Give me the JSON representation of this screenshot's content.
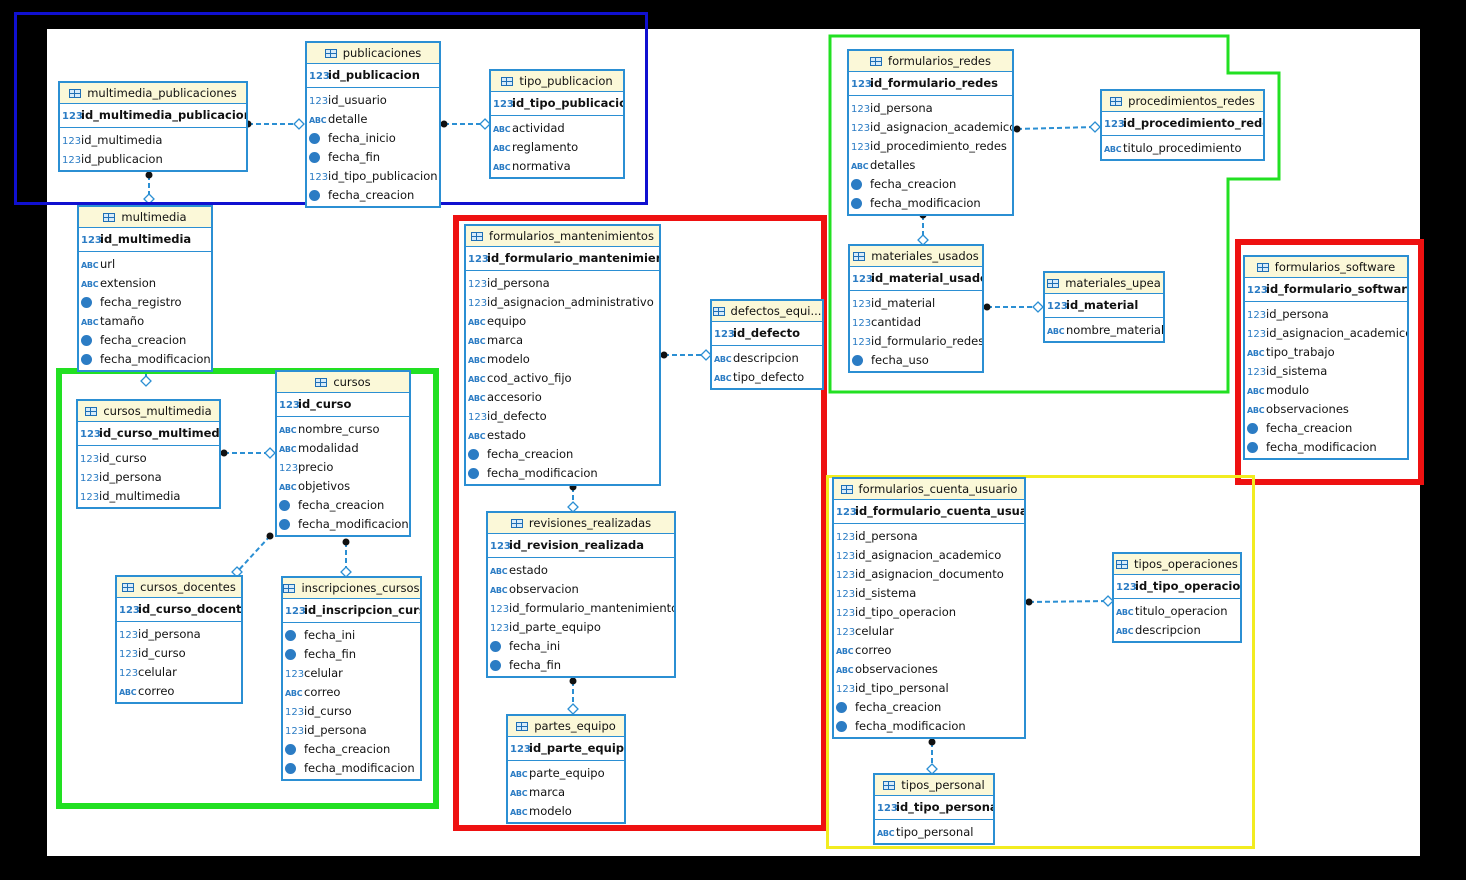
{
  "colors": {
    "table_border": "#2b8fd3",
    "header_bg": "#fbf8d8",
    "blue_frame": "#1010d0",
    "green_frame": "#22e022",
    "red_frame": "#ee1111",
    "yellow_frame": "#f2ec20",
    "relation": "#2b8fd3"
  },
  "tables": {
    "multimedia_publicaciones": {
      "name": "multimedia_publicaciones",
      "pk": {
        "icon": "num",
        "label": "id_multimedia_publicaciones"
      },
      "cols": [
        {
          "icon": "num",
          "label": "id_multimedia"
        },
        {
          "icon": "num",
          "label": "id_publicacion"
        }
      ]
    },
    "publicaciones": {
      "name": "publicaciones",
      "pk": {
        "icon": "num",
        "label": "id_publicacion"
      },
      "cols": [
        {
          "icon": "num",
          "label": "id_usuario"
        },
        {
          "icon": "abc",
          "label": "detalle"
        },
        {
          "icon": "date",
          "label": "fecha_inicio"
        },
        {
          "icon": "date",
          "label": "fecha_fin"
        },
        {
          "icon": "num",
          "label": "id_tipo_publicacion"
        },
        {
          "icon": "date",
          "label": "fecha_creacion"
        }
      ]
    },
    "tipo_publicacion": {
      "name": "tipo_publicacion",
      "pk": {
        "icon": "num",
        "label": "id_tipo_publicacion"
      },
      "cols": [
        {
          "icon": "abc",
          "label": "actividad"
        },
        {
          "icon": "abc",
          "label": "reglamento"
        },
        {
          "icon": "abc",
          "label": "normativa"
        }
      ]
    },
    "multimedia": {
      "name": "multimedia",
      "pk": {
        "icon": "num",
        "label": "id_multimedia"
      },
      "cols": [
        {
          "icon": "abc",
          "label": "url"
        },
        {
          "icon": "abc",
          "label": "extension"
        },
        {
          "icon": "date",
          "label": "fecha_registro"
        },
        {
          "icon": "abc",
          "label": "tamaño"
        },
        {
          "icon": "date",
          "label": "fecha_creacion"
        },
        {
          "icon": "date",
          "label": "fecha_modificacion"
        }
      ]
    },
    "cursos_multimedia": {
      "name": "cursos_multimedia",
      "pk": {
        "icon": "num",
        "label": "id_curso_multimedia"
      },
      "cols": [
        {
          "icon": "num",
          "label": "id_curso"
        },
        {
          "icon": "num",
          "label": "id_persona"
        },
        {
          "icon": "num",
          "label": "id_multimedia"
        }
      ]
    },
    "cursos": {
      "name": "cursos",
      "pk": {
        "icon": "num",
        "label": "id_curso"
      },
      "cols": [
        {
          "icon": "abc",
          "label": "nombre_curso"
        },
        {
          "icon": "abc",
          "label": "modalidad"
        },
        {
          "icon": "num",
          "label": "precio"
        },
        {
          "icon": "abc",
          "label": "objetivos"
        },
        {
          "icon": "date",
          "label": "fecha_creacion"
        },
        {
          "icon": "date",
          "label": "fecha_modificacion"
        }
      ]
    },
    "cursos_docentes": {
      "name": "cursos_docentes",
      "pk": {
        "icon": "num",
        "label": "id_curso_docente"
      },
      "cols": [
        {
          "icon": "num",
          "label": "id_persona"
        },
        {
          "icon": "num",
          "label": "id_curso"
        },
        {
          "icon": "num",
          "label": "celular"
        },
        {
          "icon": "abc",
          "label": "correo"
        }
      ]
    },
    "inscripciones_cursos": {
      "name": "inscripciones_cursos",
      "pk": {
        "icon": "num",
        "label": "id_inscripcion_curso"
      },
      "cols": [
        {
          "icon": "date",
          "label": "fecha_ini"
        },
        {
          "icon": "date",
          "label": "fecha_fin"
        },
        {
          "icon": "num",
          "label": "celular"
        },
        {
          "icon": "abc",
          "label": "correo"
        },
        {
          "icon": "num",
          "label": "id_curso"
        },
        {
          "icon": "num",
          "label": "id_persona"
        },
        {
          "icon": "date",
          "label": "fecha_creacion"
        },
        {
          "icon": "date",
          "label": "fecha_modificacion"
        }
      ]
    },
    "formularios_mantenimientos": {
      "name": "formularios_mantenimientos",
      "pk": {
        "icon": "num",
        "label": "id_formulario_mantenimiento"
      },
      "cols": [
        {
          "icon": "num",
          "label": "id_persona"
        },
        {
          "icon": "num",
          "label": "id_asignacion_administrativo"
        },
        {
          "icon": "abc",
          "label": "equipo"
        },
        {
          "icon": "abc",
          "label": "marca"
        },
        {
          "icon": "abc",
          "label": "modelo"
        },
        {
          "icon": "abc",
          "label": "cod_activo_fijo"
        },
        {
          "icon": "abc",
          "label": "accesorio"
        },
        {
          "icon": "num",
          "label": "id_defecto"
        },
        {
          "icon": "abc",
          "label": "estado"
        },
        {
          "icon": "date",
          "label": "fecha_creacion"
        },
        {
          "icon": "date",
          "label": "fecha_modificacion"
        }
      ]
    },
    "defectos_equipo": {
      "name": "defectos_equi...",
      "pk": {
        "icon": "num",
        "label": "id_defecto"
      },
      "cols": [
        {
          "icon": "abc",
          "label": "descripcion"
        },
        {
          "icon": "abc",
          "label": "tipo_defecto"
        }
      ]
    },
    "revisiones_realizadas": {
      "name": "revisiones_realizadas",
      "pk": {
        "icon": "num",
        "label": "id_revision_realizada"
      },
      "cols": [
        {
          "icon": "abc",
          "label": "estado"
        },
        {
          "icon": "abc",
          "label": "observacion"
        },
        {
          "icon": "num",
          "label": "id_formulario_mantenimiento"
        },
        {
          "icon": "num",
          "label": "id_parte_equipo"
        },
        {
          "icon": "date",
          "label": "fecha_ini"
        },
        {
          "icon": "date",
          "label": "fecha_fin"
        }
      ]
    },
    "partes_equipo": {
      "name": "partes_equipo",
      "pk": {
        "icon": "num",
        "label": "id_parte_equipo"
      },
      "cols": [
        {
          "icon": "abc",
          "label": "parte_equipo"
        },
        {
          "icon": "abc",
          "label": "marca"
        },
        {
          "icon": "abc",
          "label": "modelo"
        }
      ]
    },
    "formularios_redes": {
      "name": "formularios_redes",
      "pk": {
        "icon": "num",
        "label": "id_formulario_redes"
      },
      "cols": [
        {
          "icon": "num",
          "label": "id_persona"
        },
        {
          "icon": "num",
          "label": "id_asignacion_academico"
        },
        {
          "icon": "num",
          "label": "id_procedimiento_redes"
        },
        {
          "icon": "abc",
          "label": "detalles"
        },
        {
          "icon": "date",
          "label": "fecha_creacion"
        },
        {
          "icon": "date",
          "label": "fecha_modificacion"
        }
      ]
    },
    "procedimientos_redes": {
      "name": "procedimientos_redes",
      "pk": {
        "icon": "num",
        "label": "id_procedimiento_redes"
      },
      "cols": [
        {
          "icon": "abc",
          "label": "titulo_procedimiento"
        }
      ]
    },
    "materiales_usados": {
      "name": "materiales_usados",
      "pk": {
        "icon": "num",
        "label": "id_material_usado"
      },
      "cols": [
        {
          "icon": "num",
          "label": "id_material"
        },
        {
          "icon": "num",
          "label": "cantidad"
        },
        {
          "icon": "num",
          "label": "id_formulario_redes"
        },
        {
          "icon": "date",
          "label": "fecha_uso"
        }
      ]
    },
    "materiales_upea": {
      "name": "materiales_upea",
      "pk": {
        "icon": "num",
        "label": "id_material"
      },
      "cols": [
        {
          "icon": "abc",
          "label": "nombre_material"
        }
      ]
    },
    "formularios_software": {
      "name": "formularios_software",
      "pk": {
        "icon": "num",
        "label": "id_formulario_software"
      },
      "cols": [
        {
          "icon": "num",
          "label": "id_persona"
        },
        {
          "icon": "num",
          "label": "id_asignacion_academico"
        },
        {
          "icon": "abc",
          "label": "tipo_trabajo"
        },
        {
          "icon": "num",
          "label": "id_sistema"
        },
        {
          "icon": "abc",
          "label": "modulo"
        },
        {
          "icon": "abc",
          "label": "observaciones"
        },
        {
          "icon": "date",
          "label": "fecha_creacion"
        },
        {
          "icon": "date",
          "label": "fecha_modificacion"
        }
      ]
    },
    "formularios_cuenta_usuario": {
      "name": "formularios_cuenta_usuario",
      "pk": {
        "icon": "num",
        "label": "id_formulario_cuenta_usuario"
      },
      "cols": [
        {
          "icon": "num",
          "label": "id_persona"
        },
        {
          "icon": "num",
          "label": "id_asignacion_academico"
        },
        {
          "icon": "num",
          "label": "id_asignacion_documento"
        },
        {
          "icon": "num",
          "label": "id_sistema"
        },
        {
          "icon": "num",
          "label": "id_tipo_operacion"
        },
        {
          "icon": "num",
          "label": "celular"
        },
        {
          "icon": "abc",
          "label": "correo"
        },
        {
          "icon": "abc",
          "label": "observaciones"
        },
        {
          "icon": "num",
          "label": "id_tipo_personal"
        },
        {
          "icon": "date",
          "label": "fecha_creacion"
        },
        {
          "icon": "date",
          "label": "fecha_modificacion"
        }
      ]
    },
    "tipos_operaciones": {
      "name": "tipos_operaciones",
      "pk": {
        "icon": "num",
        "label": "id_tipo_operacion"
      },
      "cols": [
        {
          "icon": "abc",
          "label": "titulo_operacion"
        },
        {
          "icon": "abc",
          "label": "descripcion"
        }
      ]
    },
    "tipos_personal": {
      "name": "tipos_personal",
      "pk": {
        "icon": "num",
        "label": "id_tipo_personal"
      },
      "cols": [
        {
          "icon": "abc",
          "label": "tipo_personal"
        }
      ]
    }
  },
  "relationships": [
    [
      "multimedia_publicaciones",
      "publicaciones"
    ],
    [
      "publicaciones",
      "tipo_publicacion"
    ],
    [
      "multimedia_publicaciones",
      "multimedia"
    ],
    [
      "multimedia",
      "cursos_multimedia"
    ],
    [
      "cursos_multimedia",
      "cursos"
    ],
    [
      "cursos",
      "cursos_docentes"
    ],
    [
      "cursos",
      "inscripciones_cursos"
    ],
    [
      "formularios_mantenimientos",
      "defectos_equipo"
    ],
    [
      "formularios_mantenimientos",
      "revisiones_realizadas"
    ],
    [
      "revisiones_realizadas",
      "partes_equipo"
    ],
    [
      "formularios_redes",
      "procedimientos_redes"
    ],
    [
      "formularios_redes",
      "materiales_usados"
    ],
    [
      "materiales_usados",
      "materiales_upea"
    ],
    [
      "formularios_cuenta_usuario",
      "tipos_operaciones"
    ],
    [
      "formularios_cuenta_usuario",
      "tipos_personal"
    ]
  ]
}
